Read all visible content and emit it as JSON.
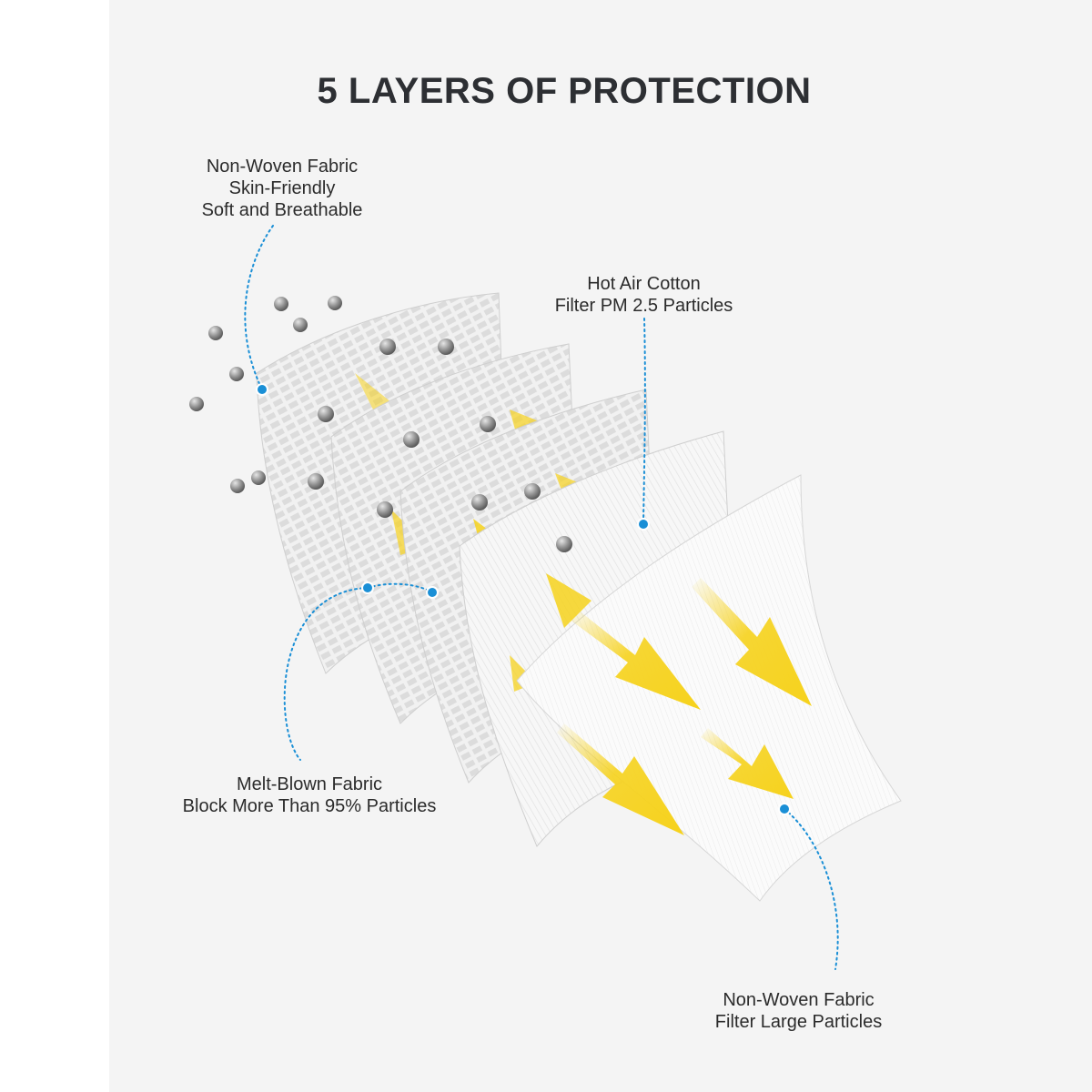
{
  "title": "5 LAYERS OF PROTECTION",
  "labels": {
    "top_left": {
      "line1": "Non-Woven Fabric",
      "line2": "Skin-Friendly",
      "line3": "Soft and Breathable"
    },
    "hot_air": {
      "line1": "Hot Air Cotton",
      "line2": "Filter PM 2.5 Particles"
    },
    "melt_blown": {
      "line1": "Melt-Blown Fabric",
      "line2": "Block More Than 95% Particles"
    },
    "bottom": {
      "line1": "Non-Woven Fabric",
      "line2": "Filter Large Particles"
    }
  },
  "colors": {
    "accent_dot": "#1a8fd6",
    "arrow_yellow": "#f6d21c",
    "particle_gray": "#8e8e8e",
    "title_text": "#2d2f33"
  },
  "layer_count": 5
}
